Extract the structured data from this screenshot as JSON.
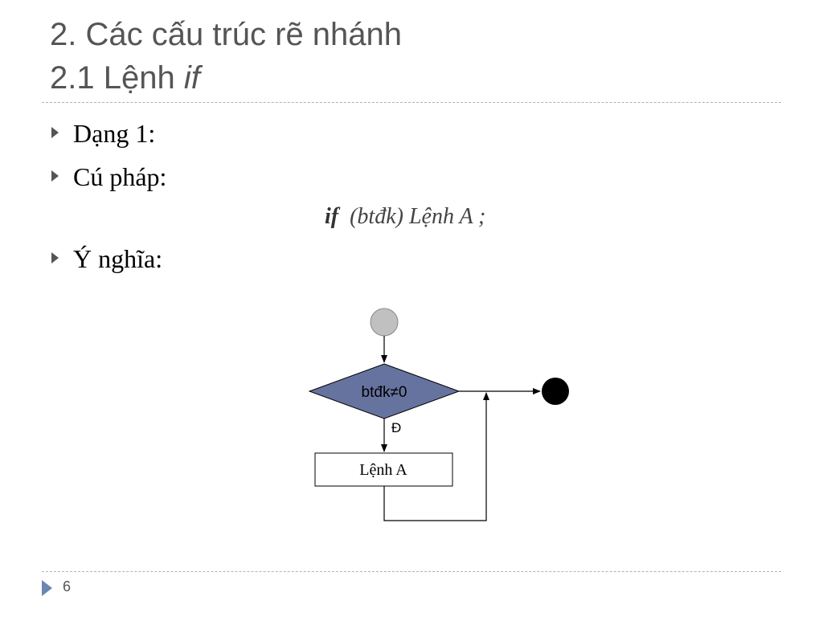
{
  "slide": {
    "title_line1": "2. Các cấu trúc rẽ nhánh",
    "title_line2_prefix": "2.1 Lệnh ",
    "title_line2_keyword": "if",
    "bullets": [
      "Dạng 1:",
      "Cú pháp:",
      "Ý nghĩa:"
    ],
    "syntax": {
      "keyword": "if",
      "rest": "(btđk) Lệnh A ;"
    },
    "page_number": "6"
  },
  "flowchart": {
    "condition_label": "btđk≠0",
    "true_label": "Đ",
    "statement_label": "Lệnh A",
    "colors": {
      "start_fill": "#c0c0c0",
      "decision_fill": "#67739f",
      "end_fill": "#000000",
      "line": "#000000"
    }
  }
}
